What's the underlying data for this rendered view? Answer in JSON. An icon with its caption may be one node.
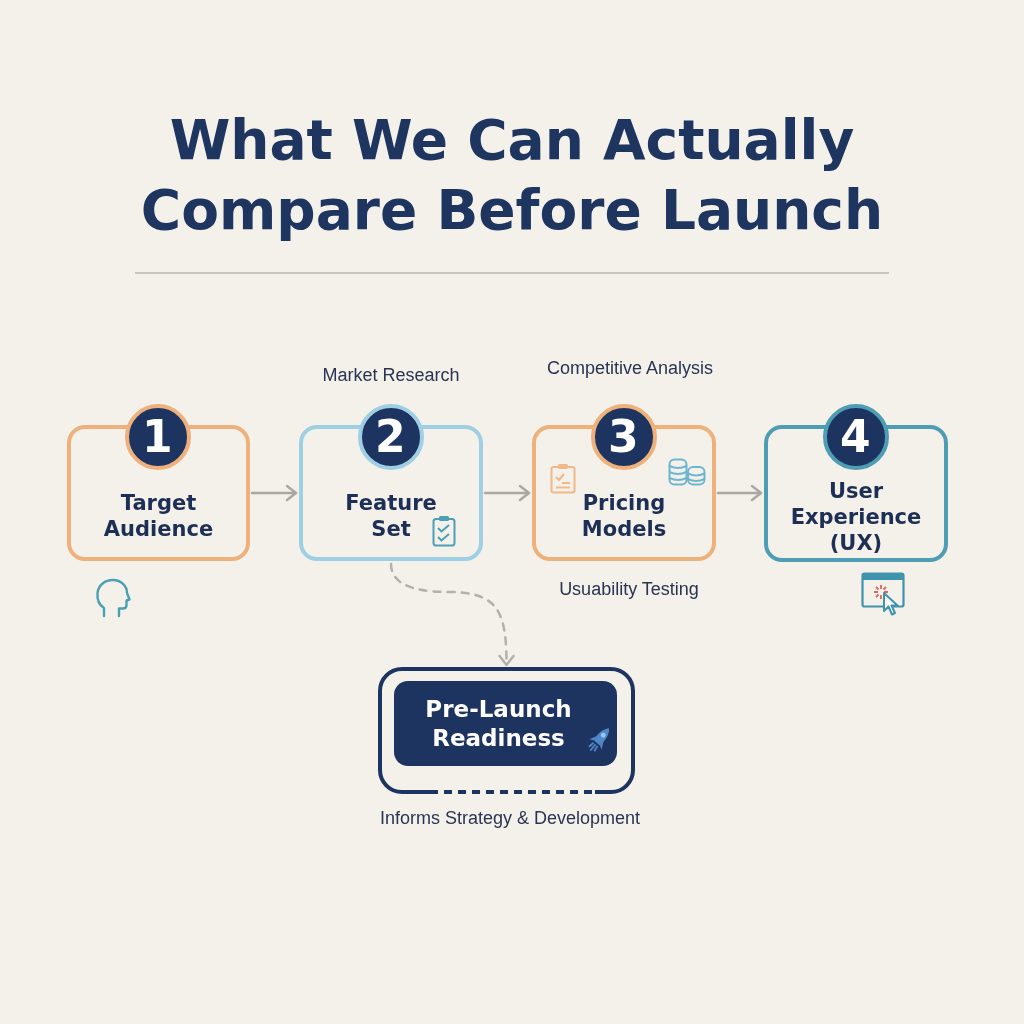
{
  "diagram": {
    "title": "What We Can Actually Compare Before Launch",
    "nodes": [
      {
        "text": [
          "1"
        ]
      },
      {
        "text": [
          "Target Audience"
        ]
      },
      {
        "text": [
          "2"
        ]
      },
      {
        "text": [
          "Feature Set"
        ]
      },
      {
        "text": [
          "3"
        ]
      },
      {
        "text": [
          "Pricing Models"
        ]
      },
      {
        "text": [
          "4"
        ]
      },
      {
        "text": [
          "User Experience (UX)"
        ]
      },
      {
        "text": [],
        "shape": "box"
      },
      {
        "text": [
          "Pre-Launch Readiness"
        ],
        "in": 8
      }
    ],
    "edges": [
      {
        "from": 1,
        "to": 3,
        "arrow": "to"
      },
      {
        "from": 3,
        "to": 5,
        "arrow": "to"
      },
      {
        "from": 5,
        "to": 7,
        "arrow": "to"
      },
      {
        "from": 3,
        "to": 8,
        "arrow": "to",
        "style": "dashed"
      }
    ],
    "labels": [
      "Market Research",
      "Competitive Analysis",
      "Usuability Testing",
      "Informs Strategy & Development"
    ]
  }
}
